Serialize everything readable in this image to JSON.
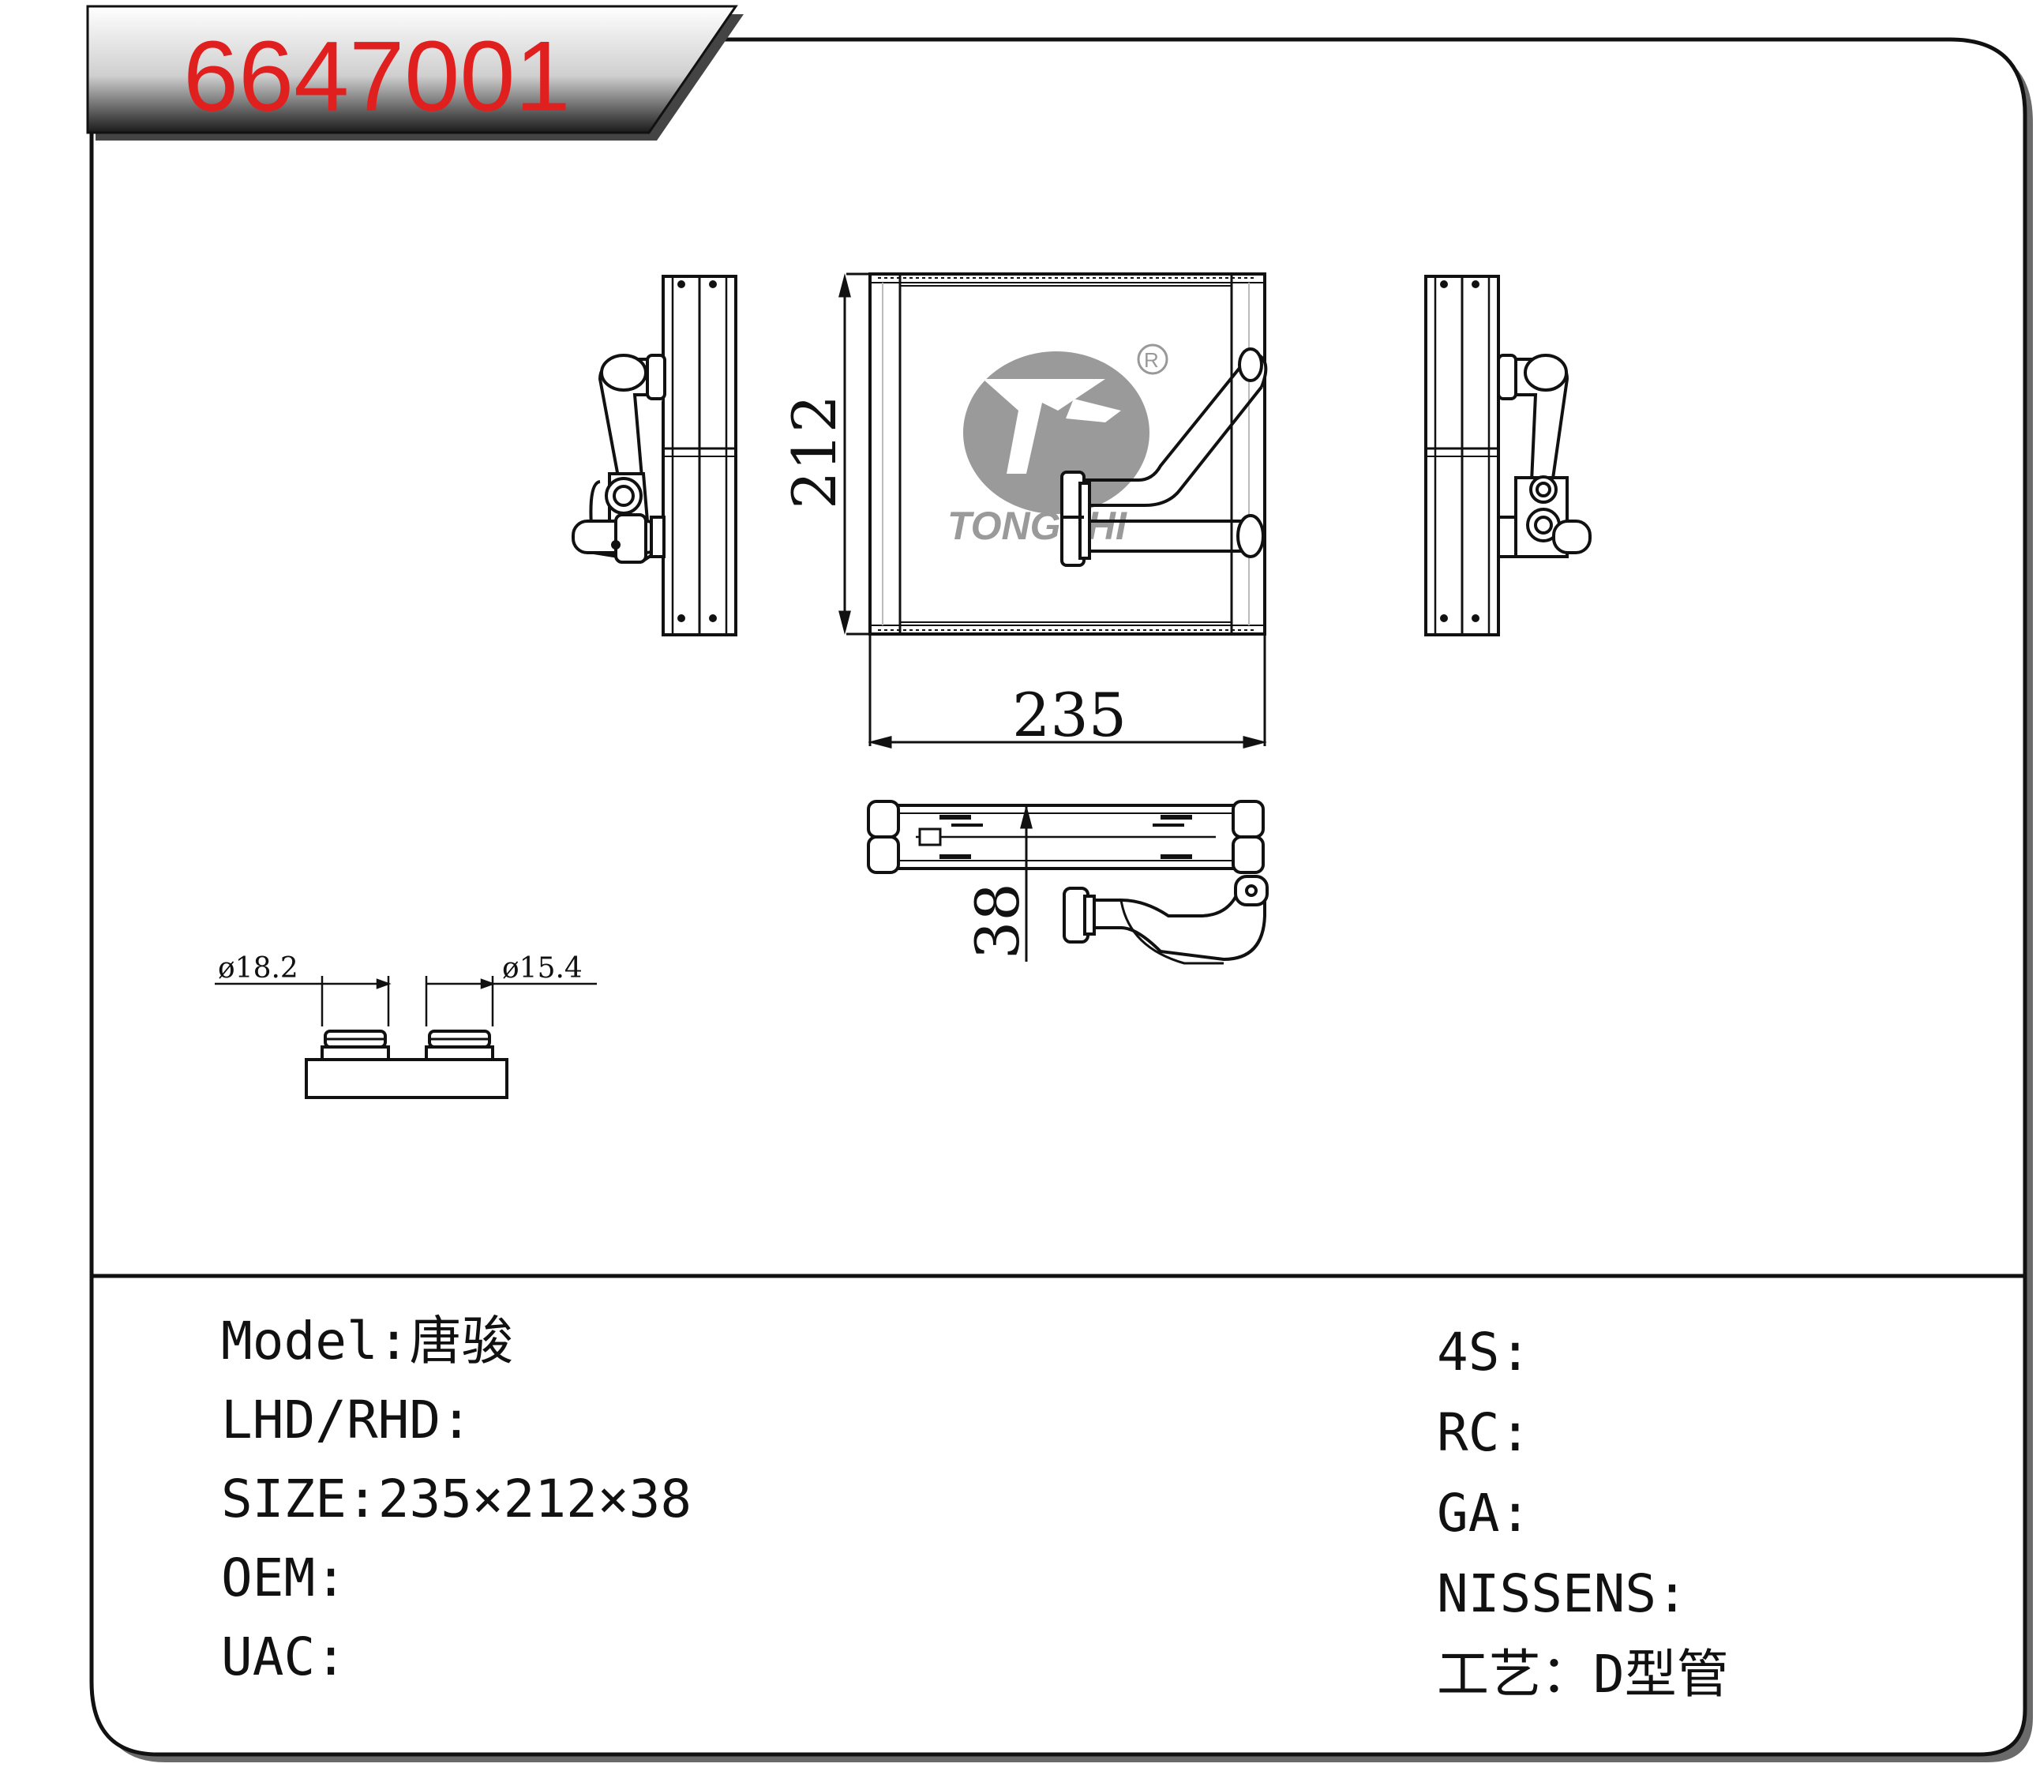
{
  "header": {
    "part_number": "6647001",
    "part_number_color": "#e0201e"
  },
  "logo": {
    "brand_text": "TONGSHI",
    "registered_mark": "R"
  },
  "dimensions": {
    "width": "235",
    "height": "212",
    "depth": "38",
    "inlet_diameter": "ø18.2",
    "outlet_diameter": "ø15.4"
  },
  "specs_left": [
    {
      "label": "Model",
      "separator": ":",
      "value": "唐骏"
    },
    {
      "label": "LHD/RHD",
      "separator": ":",
      "value": ""
    },
    {
      "label": "SIZE",
      "separator": ":",
      "value": "235×212×38"
    },
    {
      "label": "OEM",
      "separator": ":",
      "value": ""
    },
    {
      "label": "UAC",
      "separator": ":",
      "value": ""
    }
  ],
  "specs_right": [
    {
      "label": "4S",
      "separator": ":",
      "value": ""
    },
    {
      "label": "RC",
      "separator": ":",
      "value": ""
    },
    {
      "label": "GA",
      "separator": ":",
      "value": ""
    },
    {
      "label": "NISSENS",
      "separator": ":",
      "value": ""
    },
    {
      "label": "工艺",
      "separator": "：",
      "value": "D型管"
    }
  ],
  "colors": {
    "line": "#111111",
    "logo_gray": "#9a9a9a"
  }
}
